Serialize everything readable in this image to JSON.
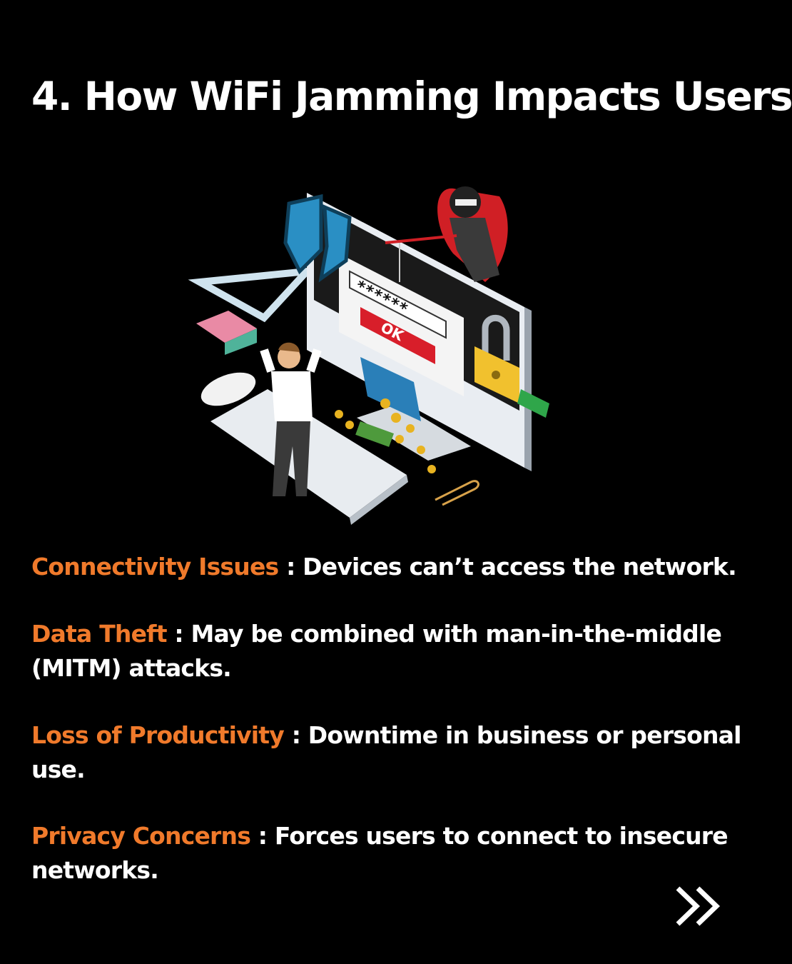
{
  "title": "4. How WiFi Jamming Impacts Users",
  "illustration": {
    "password_field": "******",
    "ok_button": "OK",
    "icon": "hacker-computer-illustration"
  },
  "points": [
    {
      "label": "Connectivity Issues",
      "separator": " : ",
      "text": "Devices can’t access the network."
    },
    {
      "label": "Data Theft",
      "separator": " : ",
      "text": "May be combined with man-in-the-middle (MITM) attacks."
    },
    {
      "label": "Loss of Productivity",
      "separator": " : ",
      "text": "Downtime in business or personal use."
    },
    {
      "label": "Privacy Concerns",
      "separator": " : ",
      "text": "Forces users to connect to insecure networks."
    }
  ],
  "navigation": {
    "next_icon": "double-chevron-right-icon"
  },
  "colors": {
    "background": "#000000",
    "accent": "#f07a2b",
    "text": "#ffffff"
  }
}
